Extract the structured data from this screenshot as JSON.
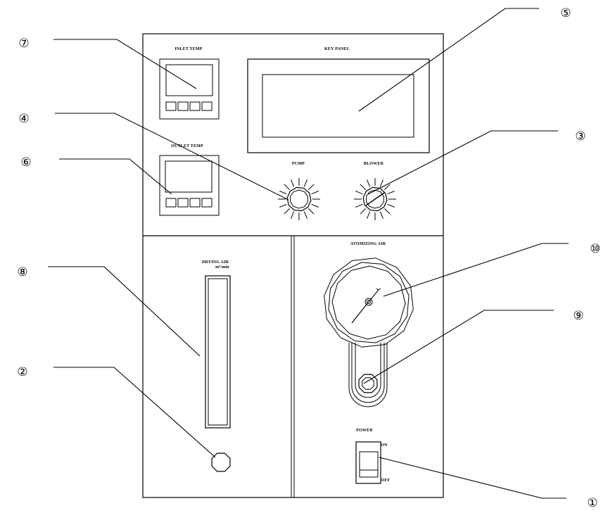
{
  "panel_labels": {
    "inlet_temp": "INLET TEMP",
    "outlet_temp": "OUTLET TEMP",
    "key_panel": "KEY PANEL",
    "pump": "PUMP",
    "blower": "BLOWER",
    "drying_air": "DRYING AIR",
    "drying_air_unit": "m³/min",
    "atomizing_air": "ATOMIZING AIR",
    "power": "POWER",
    "on": "ON",
    "off": "OFF"
  },
  "callouts": {
    "c1": "①",
    "c2": "②",
    "c3": "③",
    "c4": "④",
    "c5": "⑤",
    "c6": "⑥",
    "c7": "⑦",
    "c8": "⑧",
    "c9": "⑨",
    "c10": "⑩"
  }
}
